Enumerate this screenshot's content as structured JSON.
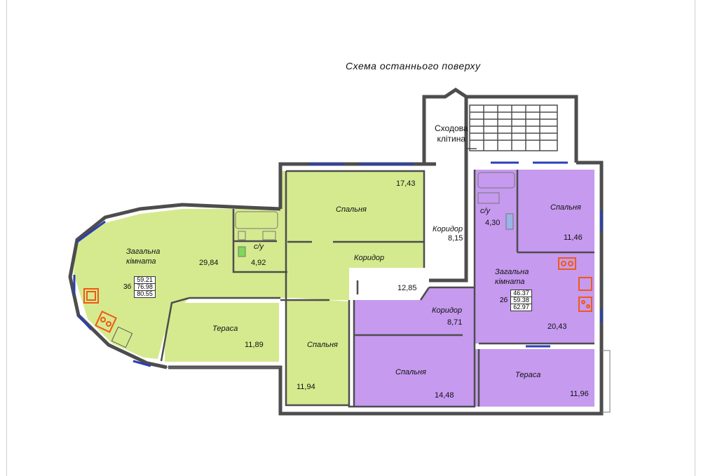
{
  "title": "Схема останнього поверху",
  "colors": {
    "apartment_3b": "#d5ea8f",
    "apartment_2b": "#c69aef",
    "wall": "#4d4d4d",
    "window": "#2b3fb8",
    "kitchen": "#ef5a16"
  },
  "staircase": {
    "label_line1": "Сходова",
    "label_line2": "клітина"
  },
  "apartment_3b": {
    "code": "3б",
    "areas": [
      "59.21",
      "76.98",
      "80.55"
    ],
    "rooms": {
      "living": {
        "name_line1": "Загальна",
        "name_line2": "кімната",
        "area": "29,84"
      },
      "wc": {
        "name": "с/у",
        "area": "4,92"
      },
      "bedroom_top": {
        "name": "Спальня",
        "area": "17,43"
      },
      "corridor": {
        "name": "Коридор",
        "area": "12,85"
      },
      "terrace": {
        "name": "Тераса",
        "area": "11,89"
      },
      "bedroom_bottom": {
        "name": "Спальня",
        "area": "11,94"
      }
    }
  },
  "apartment_2b": {
    "code": "2б",
    "areas": [
      "46.37",
      "59.38",
      "62.97"
    ],
    "rooms": {
      "wc": {
        "name": "с/у",
        "area": "4,30"
      },
      "bedroom_top": {
        "name": "Спальня",
        "area": "11,46"
      },
      "living": {
        "name_line1": "Загальна",
        "name_line2": "кімната",
        "area": "20,43"
      },
      "corridor": {
        "name": "Коридор",
        "area": "8,71"
      },
      "bedroom": {
        "name": "Спальня",
        "area": "14,48"
      },
      "terrace": {
        "name": "Тераса",
        "area": "11,96"
      }
    }
  },
  "common_corridor": {
    "name": "Коридор",
    "area": "8,15"
  }
}
